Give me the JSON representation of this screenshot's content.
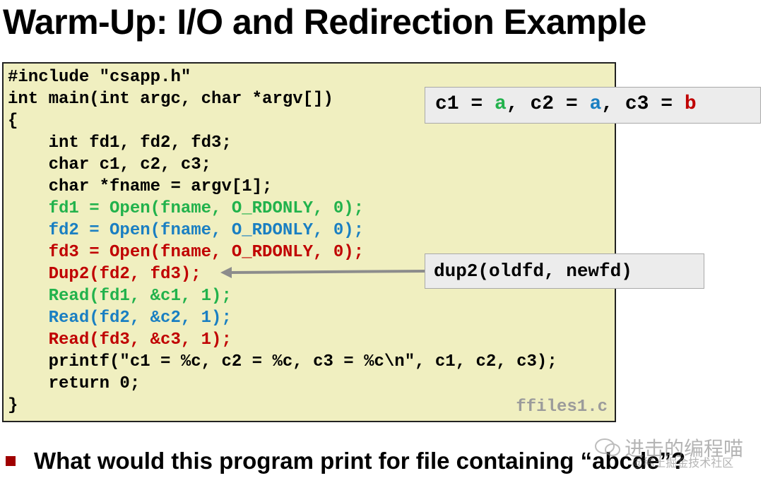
{
  "slide": {
    "title": "Warm-Up: I/O and Redirection Example"
  },
  "code": {
    "lines": [
      {
        "text": "#include \"csapp.h\"",
        "color": "black"
      },
      {
        "text": "int main(int argc, char *argv[])",
        "color": "black"
      },
      {
        "text": "{",
        "color": "black"
      },
      {
        "text": "    int fd1, fd2, fd3;",
        "color": "black"
      },
      {
        "text": "    char c1, c2, c3;",
        "color": "black"
      },
      {
        "text": "    char *fname = argv[1];",
        "color": "black"
      },
      {
        "text": "    fd1 = Open(fname, O_RDONLY, 0);",
        "color": "green"
      },
      {
        "text": "    fd2 = Open(fname, O_RDONLY, 0);",
        "color": "blue"
      },
      {
        "text": "    fd3 = Open(fname, O_RDONLY, 0);",
        "color": "red"
      },
      {
        "text": "    Dup2(fd2, fd3);",
        "color": "red"
      },
      {
        "text": "    Read(fd1, &c1, 1);",
        "color": "green"
      },
      {
        "text": "    Read(fd2, &c2, 1);",
        "color": "blue"
      },
      {
        "text": "    Read(fd3, &c3, 1);",
        "color": "red"
      },
      {
        "text": "    printf(\"c1 = %c, c2 = %c, c3 = %c\\n\", c1, c2, c3);",
        "color": "black"
      },
      {
        "text": "    return 0;",
        "color": "black"
      },
      {
        "text": "}",
        "color": "black"
      }
    ],
    "filename": "ffiles1.c"
  },
  "output_callout": {
    "c1_label": "c1 = ",
    "c1_value": "a",
    "sep1": ", ",
    "c2_label": "c2 = ",
    "c2_value": "a",
    "sep2": ", ",
    "c3_label": "c3 = ",
    "c3_value": "b"
  },
  "dup2_callout": {
    "text": "dup2(oldfd, newfd)"
  },
  "bullet": {
    "text": "What would this program print for file containing “abcde”?"
  },
  "watermark": {
    "line1": "进击的编程喵",
    "line2": "@稀土掘金技术社区"
  },
  "colors": {
    "code_bg": "#f0efc0",
    "green": "#22b24c",
    "blue": "#1a7fc2",
    "red": "#c00000",
    "bullet": "#a00000",
    "callout_bg": "#ececec"
  }
}
